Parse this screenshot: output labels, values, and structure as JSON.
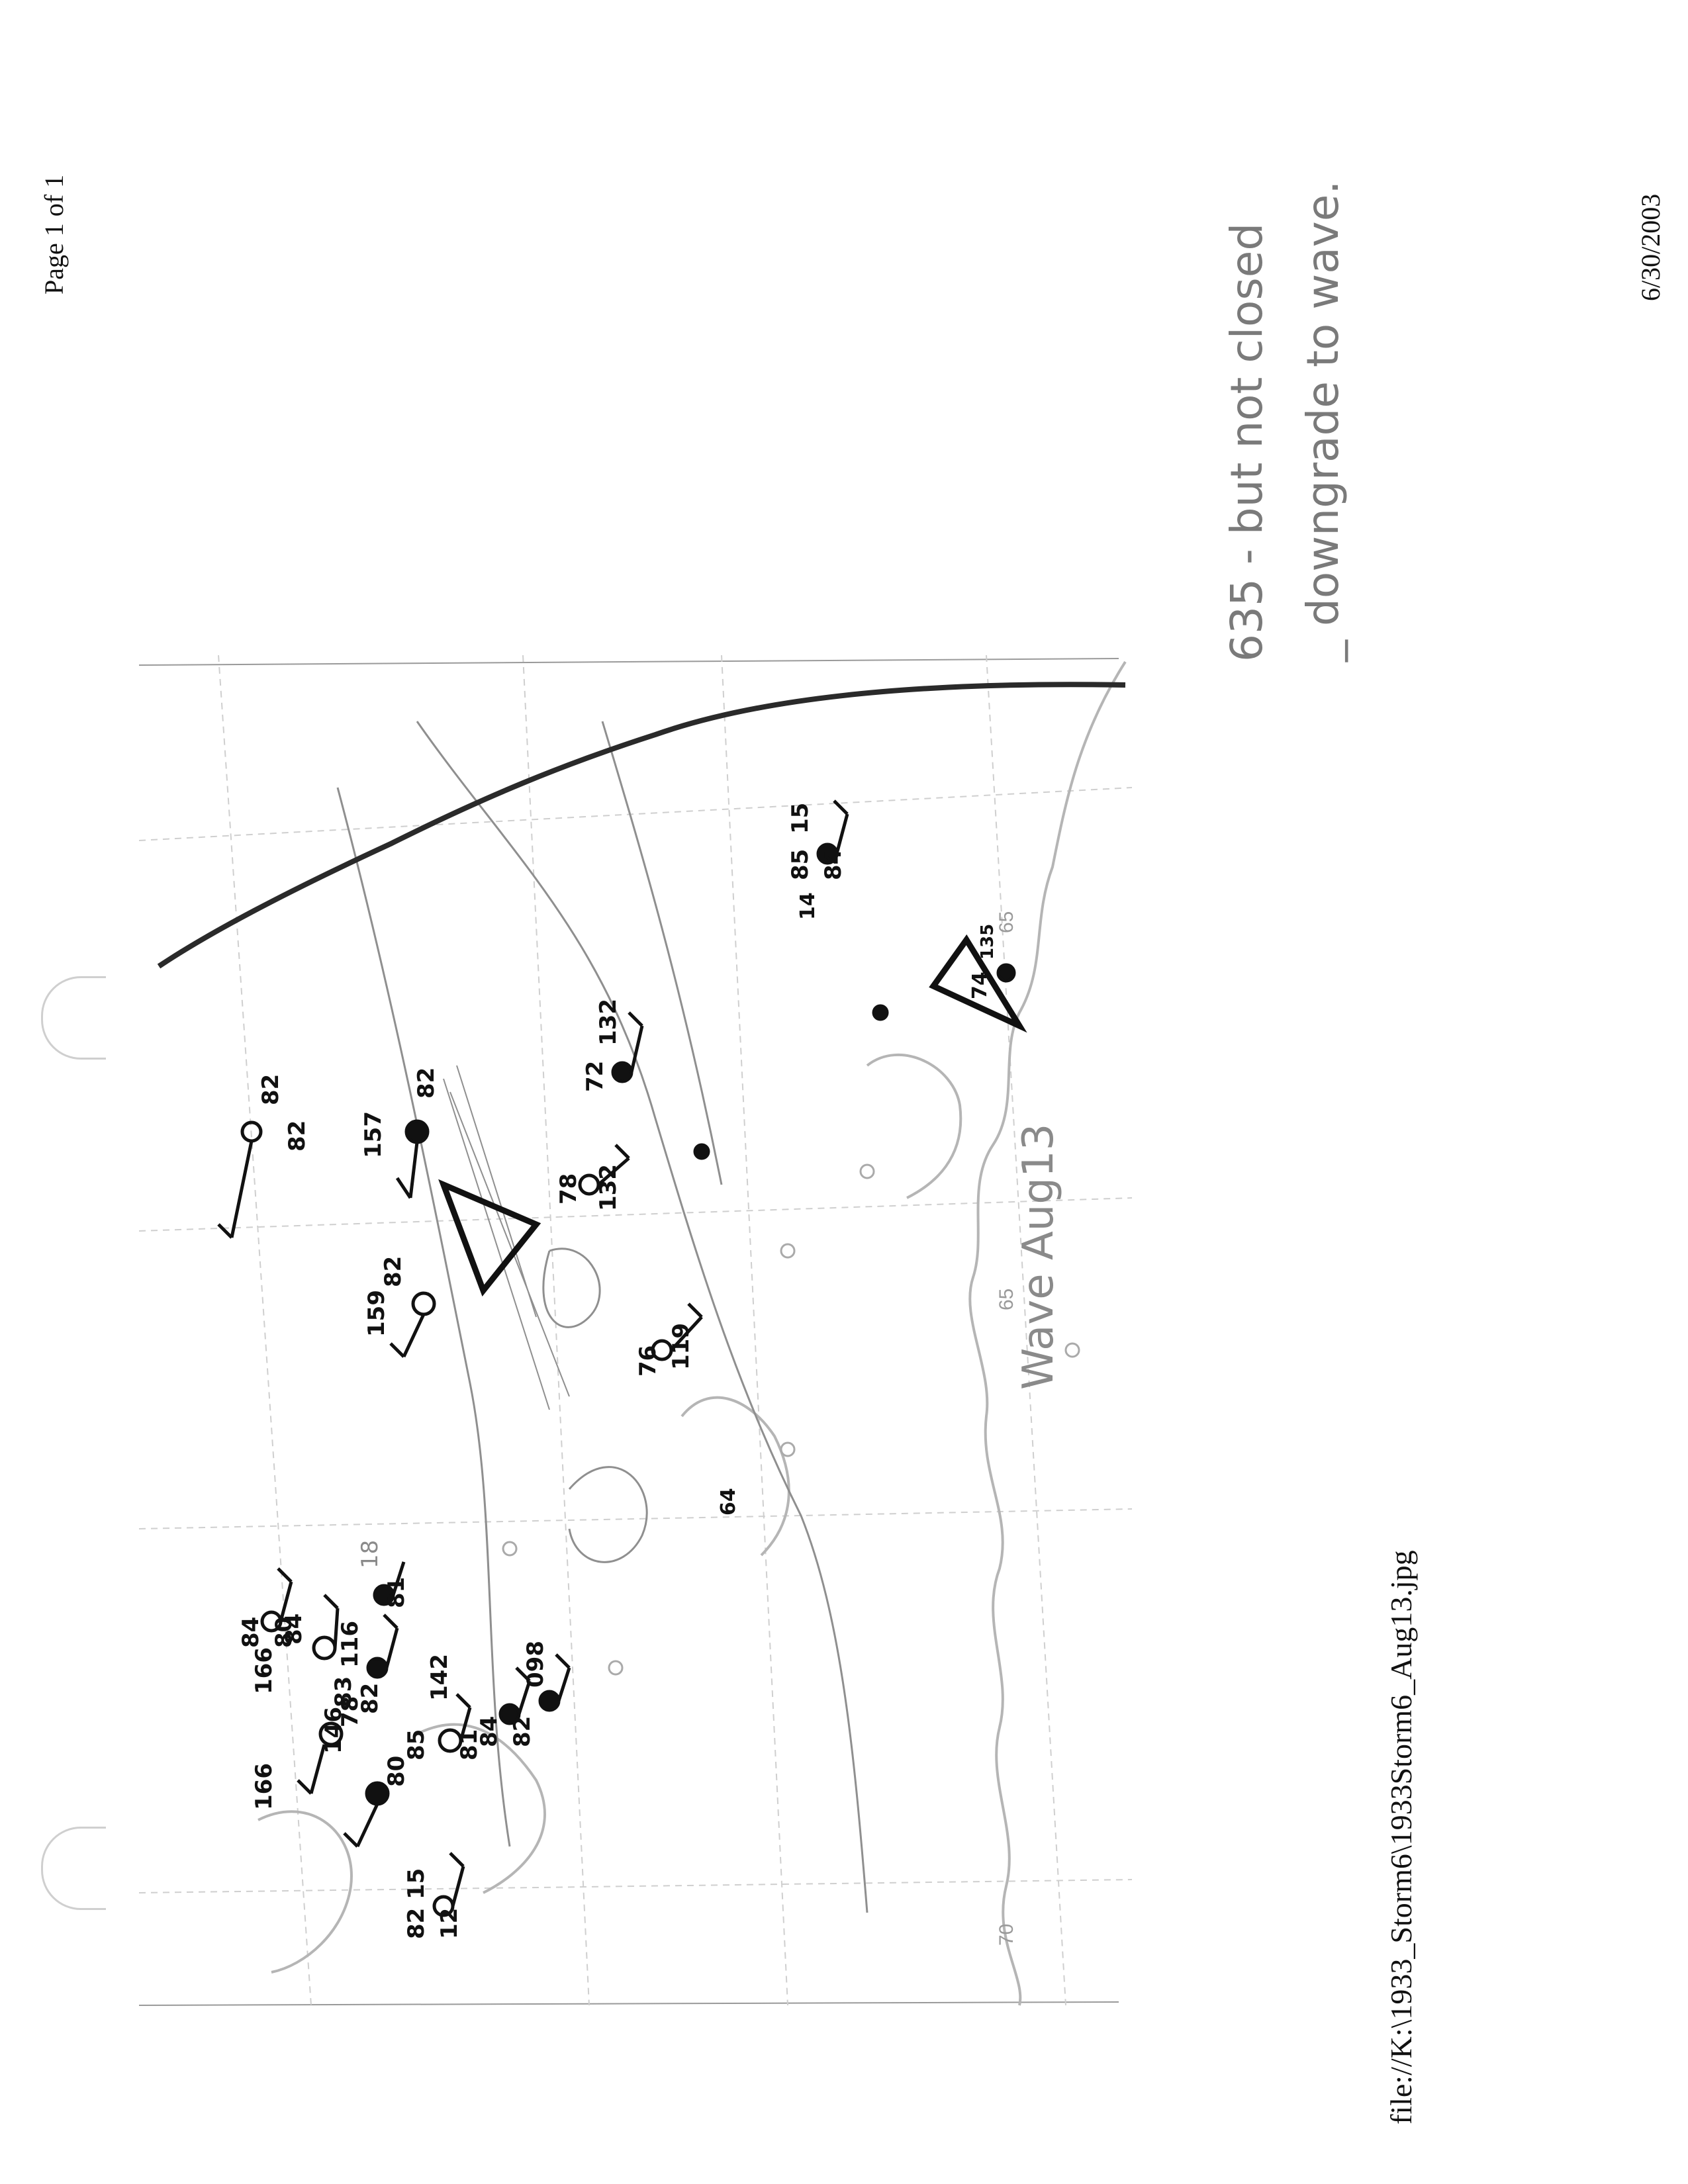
{
  "header": {
    "page_number": "Page 1 of 1",
    "print_date": "6/30/2003"
  },
  "footer": {
    "file_path": "file://K:\\1933_Storm6\\1933Storm6_Aug13.jpg"
  },
  "map": {
    "longitude_labels": [
      "65",
      "65",
      "70"
    ],
    "station_reports": [
      {
        "id": "s01",
        "values": [
          "82",
          "82"
        ]
      },
      {
        "id": "s02",
        "values": [
          "82",
          "157"
        ]
      },
      {
        "id": "s03",
        "values": [
          "82",
          "159"
        ]
      },
      {
        "id": "s04",
        "values": [
          "84",
          "166"
        ]
      },
      {
        "id": "s05",
        "values": [
          "78",
          "166"
        ]
      },
      {
        "id": "s06",
        "values": [
          "80",
          "146"
        ]
      },
      {
        "id": "s07",
        "values": [
          "85",
          "142",
          "81"
        ]
      },
      {
        "id": "s08",
        "values": [
          "82",
          "15",
          "12"
        ]
      },
      {
        "id": "s09",
        "values": [
          "83",
          "116",
          "82"
        ]
      },
      {
        "id": "s10",
        "values": [
          "81",
          "18"
        ]
      },
      {
        "id": "s11",
        "values": [
          "84",
          "82"
        ]
      },
      {
        "id": "s12",
        "values": [
          "098"
        ]
      },
      {
        "id": "s13",
        "values": [
          "84",
          "80"
        ]
      },
      {
        "id": "s14",
        "values": [
          "72",
          "132"
        ]
      },
      {
        "id": "s15",
        "values": [
          "78",
          "132"
        ]
      },
      {
        "id": "s16",
        "values": [
          "76",
          "119"
        ]
      },
      {
        "id": "s17",
        "values": [
          "85",
          "15",
          "84"
        ]
      },
      {
        "id": "s18",
        "values": [
          "74",
          "135"
        ]
      },
      {
        "id": "s19",
        "values": [
          "14"
        ]
      },
      {
        "id": "s20",
        "values": [
          "64"
        ]
      }
    ],
    "handwritten_note": {
      "line1": "Wave Aug13",
      "line2": "635 - but not closed",
      "line3": "_ downgrade to wave."
    },
    "colors": {
      "front_line": "#2a2a2a",
      "station_ink": "#111111",
      "base_map": "#b5b5b5",
      "pencil": "#8a8a8a"
    }
  }
}
